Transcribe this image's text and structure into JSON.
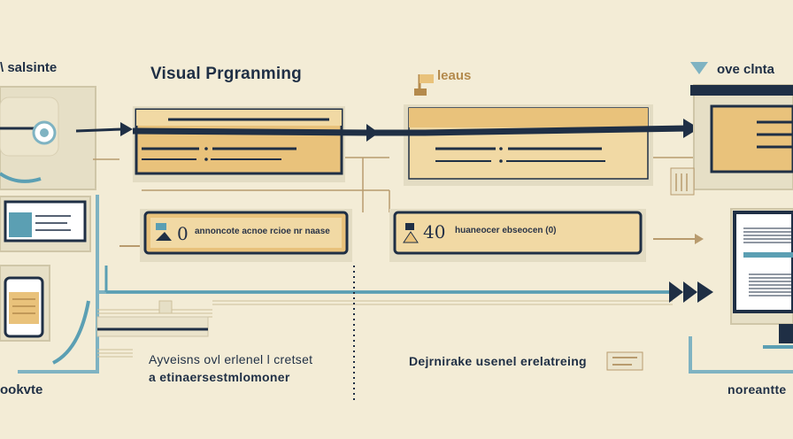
{
  "labels": {
    "top_left": "\\ salsinte",
    "title": "Visual Prgranming",
    "top_center": "leaus",
    "top_right": "ove clnta",
    "node_a_digit": "0",
    "node_a_text": "annoncote acnoe rcioe nr naase",
    "node_b_digit": "40",
    "node_b_text": "huaneocer ebseocen (0)",
    "caption_left_line1": "Ayveisns ovl erlenel l cretset",
    "caption_left_line2": "a etinaersestmlomoner",
    "caption_center": "Dejrnirake usenel erelatreing",
    "bottom_left": "ookvte",
    "bottom_right": "noreantte"
  },
  "colors": {
    "background": "#f3ecd6",
    "navy": "#1f2f45",
    "teal": "#5b9fb3",
    "amber": "#e9c27b",
    "amber_light": "#f1d9a4",
    "cream": "#eae3cb"
  }
}
